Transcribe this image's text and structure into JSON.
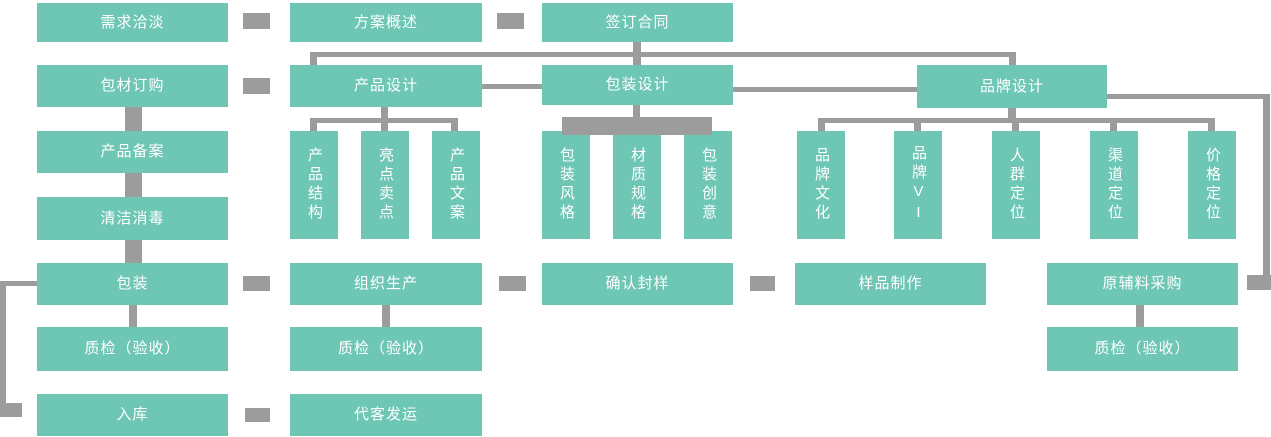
{
  "colors": {
    "box-fill": "#6EC6B5",
    "connector": "#9C9C9C",
    "text": "#FFFFFF",
    "bg": "#FFFFFF"
  },
  "nodes": {
    "demand": "需求洽淡",
    "proposal": "方案概述",
    "contract": "签订合同",
    "packaging_order": "包材订购",
    "product_design": "产品设计",
    "package_design": "包装设计",
    "brand_design": "品牌设计",
    "product_record": "产品备案",
    "cleaning": "清洁消毒",
    "packing": "包装",
    "production": "组织生产",
    "sample_confirm": "确认封样",
    "sample_making": "样品制作",
    "material_purchase": "原辅料采购",
    "qc_packing": "质检（验收）",
    "qc_production": "质检（验收）",
    "qc_material": "质检（验收）",
    "warehouse": "入库",
    "shipping": "代客发运",
    "product_structure": "产品结构",
    "selling_points": "亮点卖点",
    "product_copy": "产品文案",
    "package_style": "包装风格",
    "material_spec": "材质规格",
    "package_creative": "包装创意",
    "brand_culture": "品牌文化",
    "brand_vi": "品牌VI",
    "audience_positioning": "人群定位",
    "channel_positioning": "渠道定位",
    "price_positioning": "价格定位"
  },
  "edges": [
    "demand-proposal",
    "proposal-contract",
    "contract-product_design",
    "contract-package_design",
    "contract-brand_design",
    "packaging_order-product_design",
    "product_design-package_design",
    "package_design-brand_design",
    "brand_design-material_purchase",
    "product_design-product_structure",
    "product_design-selling_points",
    "product_design-product_copy",
    "package_design-package_style",
    "package_design-material_spec",
    "package_design-package_creative",
    "brand_design-brand_culture",
    "brand_design-brand_vi",
    "brand_design-audience_positioning",
    "brand_design-channel_positioning",
    "brand_design-price_positioning",
    "packaging_order-product_record",
    "product_record-cleaning",
    "cleaning-packing",
    "packing-qc_packing",
    "packing-warehouse",
    "packing-production",
    "production-qc_production",
    "production-sample_confirm",
    "sample_confirm-sample_making",
    "sample_making-material_purchase",
    "material_purchase-qc_material",
    "warehouse-shipping"
  ]
}
